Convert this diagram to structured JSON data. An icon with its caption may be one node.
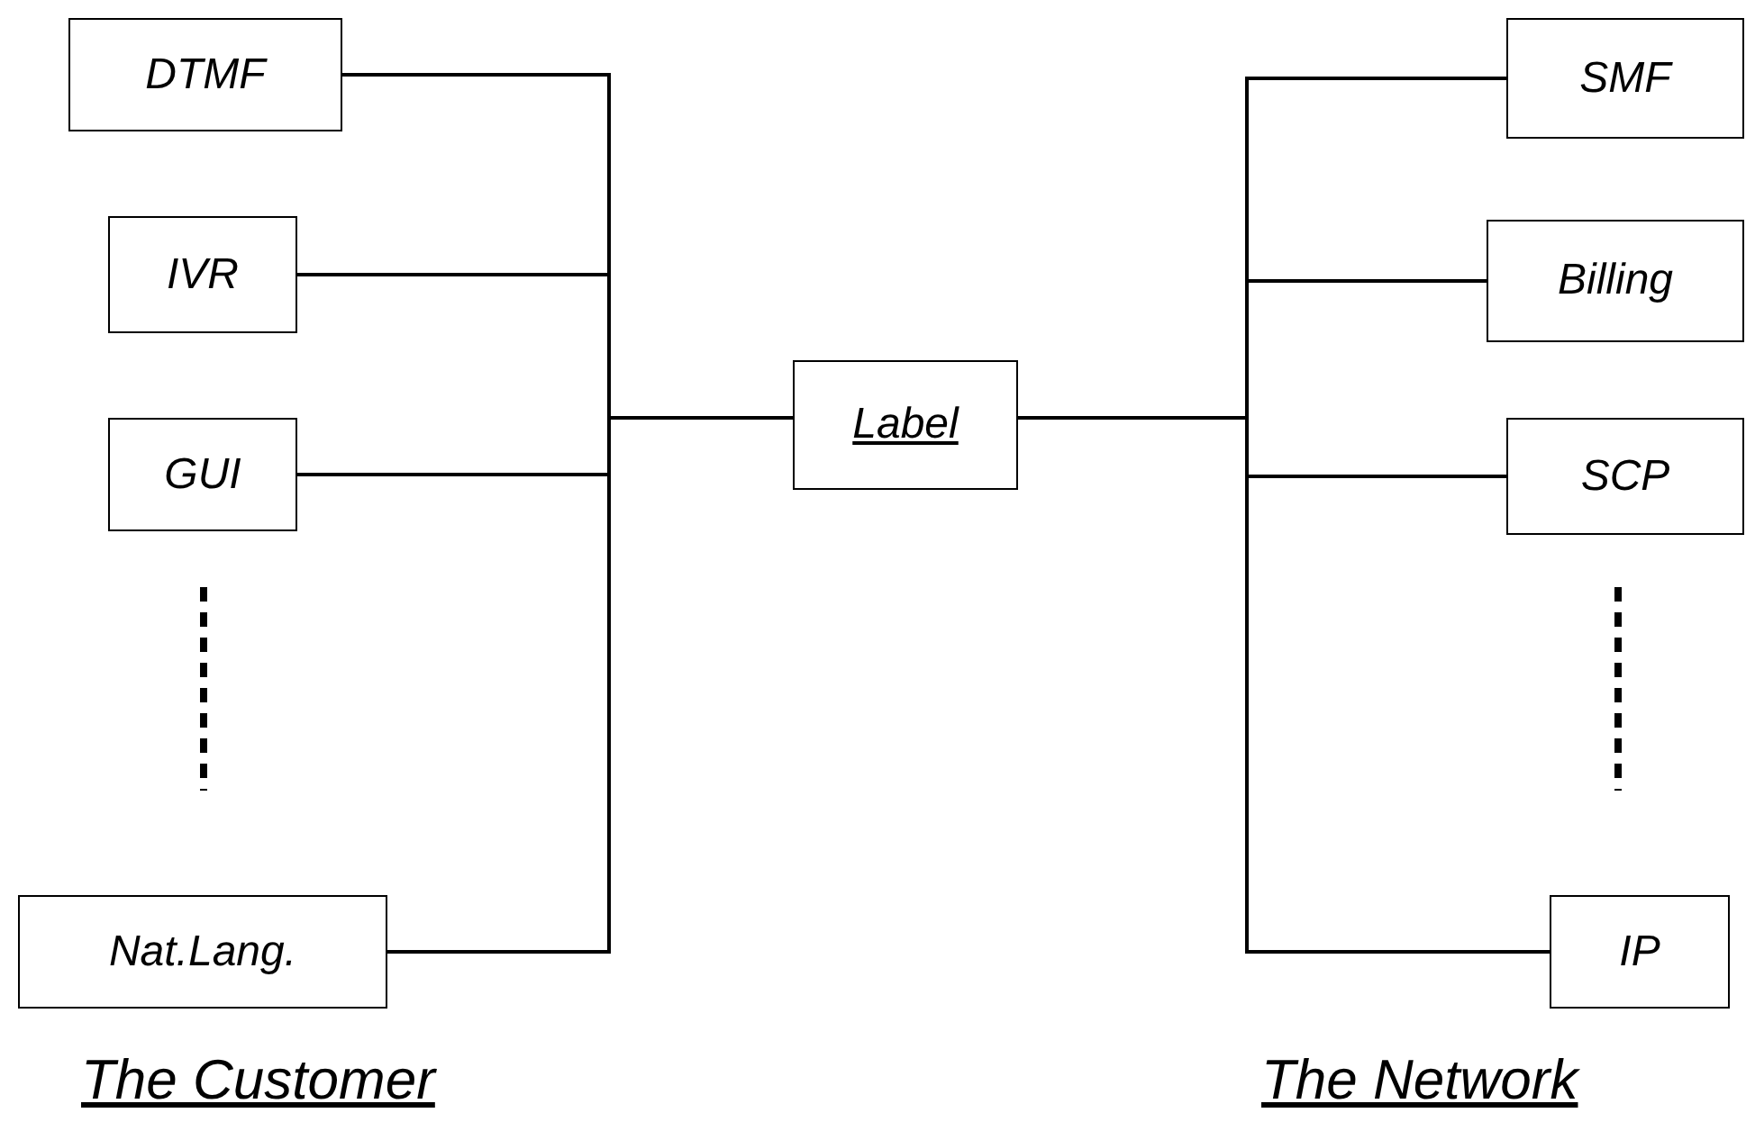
{
  "diagram": {
    "nodes": [
      {
        "text": [
          "DTMF"
        ]
      },
      {
        "text": [
          "IVR"
        ]
      },
      {
        "text": [
          "GUI"
        ]
      },
      {
        "text": [
          "Nat.Lang."
        ]
      },
      {
        "text": [
          "Label"
        ]
      },
      {
        "text": [
          "SMF"
        ]
      },
      {
        "text": [
          "Billing"
        ]
      },
      {
        "text": [
          "SCP"
        ]
      },
      {
        "text": [
          "IP"
        ]
      }
    ],
    "edges": [
      {
        "from": 0,
        "to": 4,
        "arrow": "none"
      },
      {
        "from": 1,
        "to": 4,
        "arrow": "none"
      },
      {
        "from": 2,
        "to": 4,
        "arrow": "none"
      },
      {
        "from": 3,
        "to": 4,
        "arrow": "none"
      },
      {
        "from": 4,
        "to": 5,
        "arrow": "none"
      },
      {
        "from": 4,
        "to": 6,
        "arrow": "none"
      },
      {
        "from": 4,
        "to": 7,
        "arrow": "none"
      },
      {
        "from": 4,
        "to": 8,
        "arrow": "none"
      }
    ],
    "labels": [
      "The Customer",
      "The Network"
    ]
  }
}
